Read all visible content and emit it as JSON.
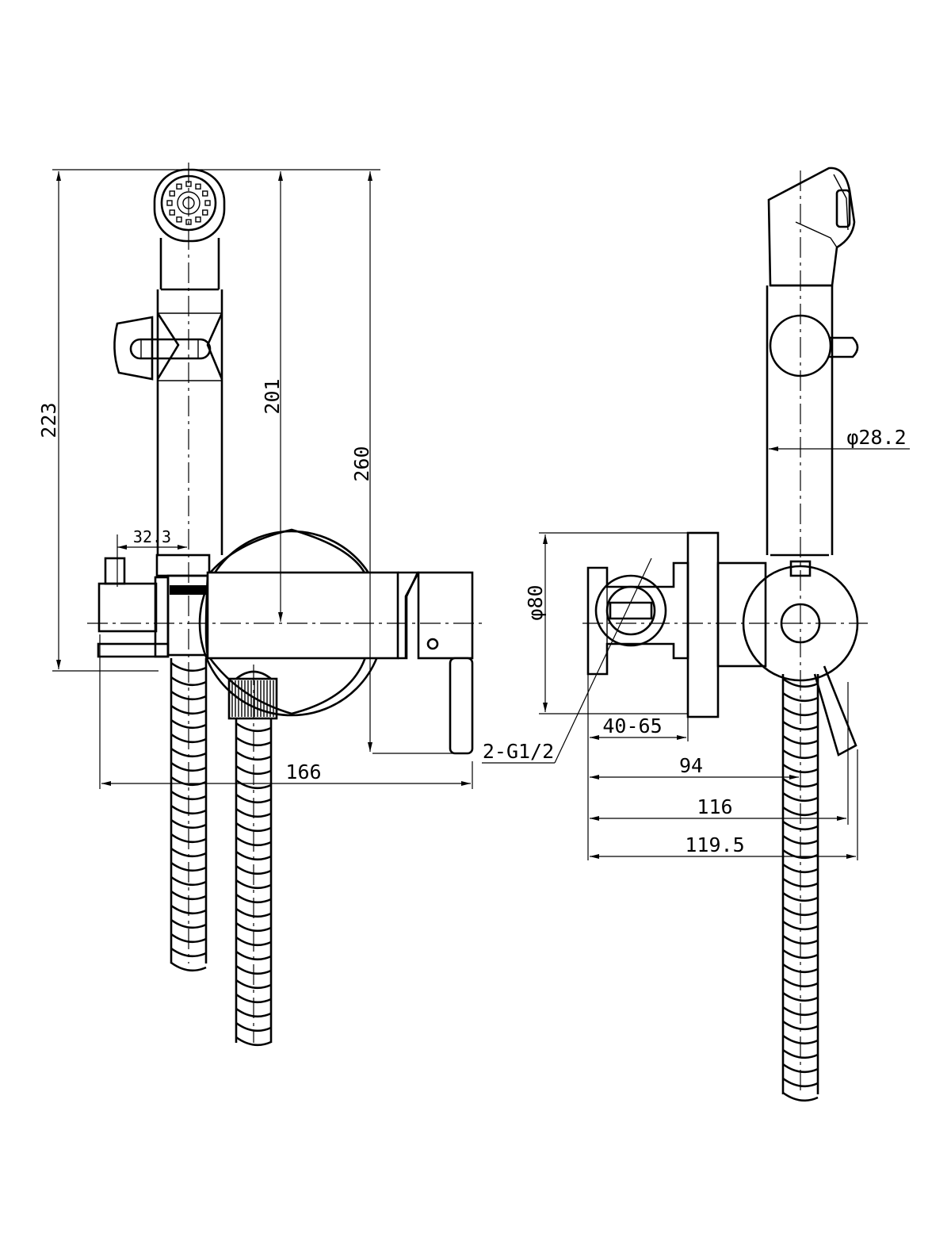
{
  "drawing": {
    "views": {
      "front": {
        "dimensions": {
          "total_height": "223",
          "handset_height": "201",
          "overall_height": "260",
          "holder_offset": "32.3",
          "total_width": "166"
        }
      },
      "side": {
        "dimensions": {
          "flange_diameter": "φ80",
          "handset_diameter": "φ28.2",
          "wall_depth": "40-65",
          "thread": "2-G1/2",
          "depth_1": "94",
          "depth_2": "116",
          "depth_3": "119.5"
        }
      }
    }
  }
}
